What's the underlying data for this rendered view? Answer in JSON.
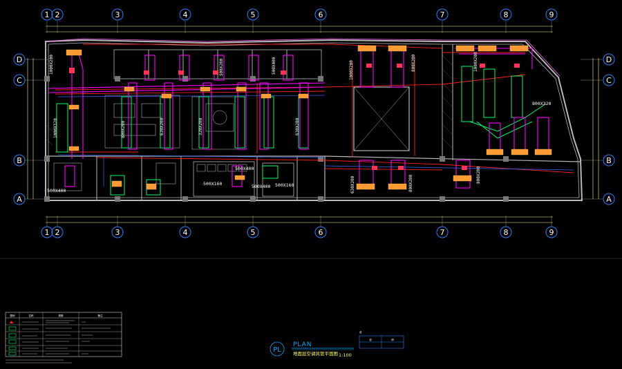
{
  "plan": {
    "column_axes": [
      "1",
      "2",
      "3",
      "4",
      "5",
      "6",
      "7",
      "8",
      "9"
    ],
    "row_axes": [
      "D",
      "C",
      "B",
      "A"
    ],
    "duct_labels": [
      "1000X200",
      "1000X320",
      "800X200",
      "630X200",
      "320X200",
      "500X200",
      "630X200",
      "500X400",
      "1000X200",
      "800X200",
      "800X320",
      "500X400",
      "500X160",
      "500X160",
      "500X400",
      "800X200",
      "1000X200",
      "630X200",
      "500X400",
      "800X200"
    ],
    "legend_header": [
      "图例",
      "名称",
      "规格",
      "备注"
    ]
  },
  "title_block": {
    "pl_mark": "PL",
    "plan_title": "PLAN",
    "plan_subtitle": "地面层空调风管平面图",
    "scale": "1:100"
  },
  "mini_table": {
    "header": "说",
    "cells": [
      "说",
      "明"
    ]
  },
  "colors": {
    "background": "#000000",
    "wall": "#b8b8b8",
    "supply_duct": "#ff00ff",
    "return_duct": "#00ff66",
    "pipe_red": "#ff2020",
    "pipe_blue": "#3366ff",
    "grid_axis": "#2a7fff",
    "dimension": "#ffff66",
    "text": "#ffffff"
  }
}
